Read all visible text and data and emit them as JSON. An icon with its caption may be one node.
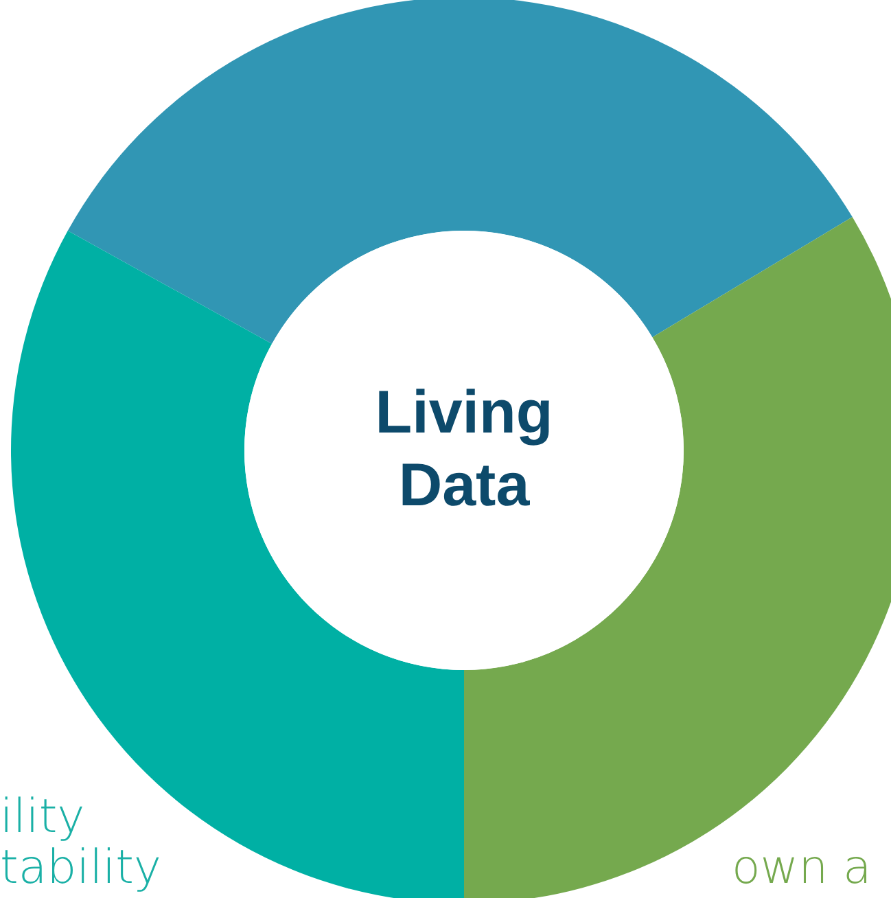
{
  "diagram": {
    "nodes": [
      {
        "text": [
          "Living Data"
        ]
      }
    ],
    "labels": [
      "ility",
      "tability",
      "own a"
    ]
  }
}
